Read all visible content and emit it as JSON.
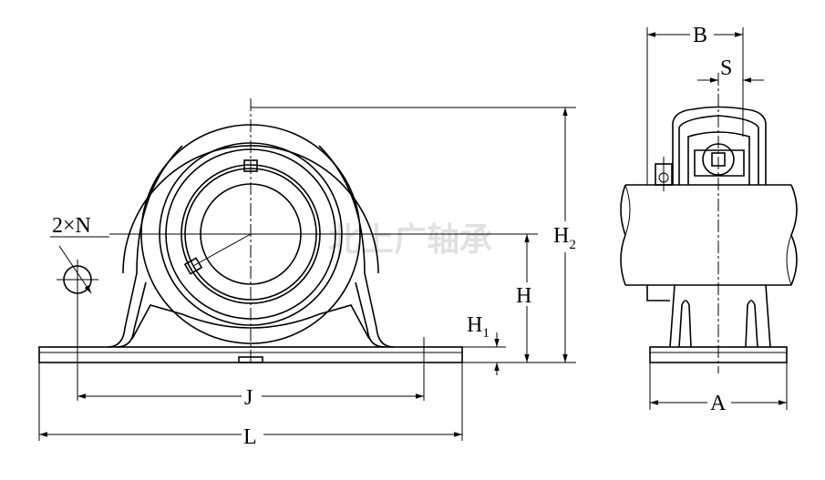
{
  "title": "Pillow block bearing unit dimension drawing",
  "watermark": "北上广轴承",
  "labels": {
    "L": "L",
    "J": "J",
    "H": "H",
    "H1_base": "H",
    "H1_sub": "1",
    "H2_base": "H",
    "H2_sub": "2",
    "N": "2×N",
    "A": "A",
    "B": "B",
    "S": "S"
  }
}
